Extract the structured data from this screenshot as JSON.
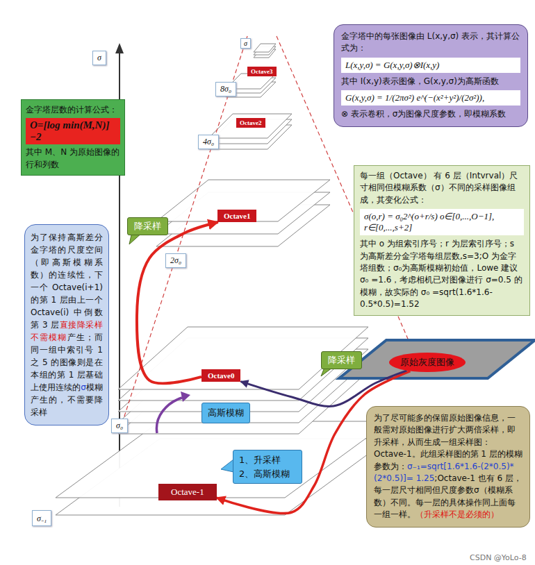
{
  "diagram": {
    "nodes": [
      {
        "text": [
          "σ"
        ]
      },
      {
        "text": [
          "金字塔中的每张图像由 L(x,y,σ) 表示，其计算公式为：",
          "L(x,y,σ) = G(x,y,σ)⊗I(x,y)",
          "其中 I(x,y)表示图像，G(x,y,σ)为高斯函数",
          "G(x,y,σ) = 1/(2πσ²) e^(−(x²+y²)/(2σ²)),",
          "⊗ 表示卷积，σ为图像尺度参数，即模糊系数"
        ]
      },
      {
        "text": [
          "σ"
        ]
      },
      {
        "text": [
          "Octave3"
        ]
      },
      {
        "text": [
          "8σ₀"
        ]
      },
      {
        "text": [
          "金字塔层数的计算公式：",
          "O=[log min(M,N)]−2",
          "其中 M、N 为原始图像的行和列数"
        ]
      },
      {
        "text": [
          "Octave2"
        ]
      },
      {
        "text": [
          "4σ₀"
        ]
      },
      {
        "text": [
          "每一组（Octave） 有 6 层（Intvrval）尺寸相同但模糊系数（σ）不同的采样图像组成，其变化公式：",
          "σ(o,r) = σ₀2^(o+r/s)   o∈[0,...,O−1], r∈[0,...,s+2]",
          "其中 o 为组索引序号；r 为层索引序号；s 为高斯差分金字塔每组层数,s=3;O 为金字塔组数；σ₀为高斯模糊初始值，Lowe 建议 σ₀ =1.6，考虑相机已对图像进行 σ=0.5 的模糊，故实际的 σ₀ =sqrt(1.6*1.6-0.5*0.5)=1.52"
        ]
      },
      {
        "text": [
          "Octave1"
        ]
      },
      {
        "text": [
          "降采样"
        ]
      },
      {
        "text": [
          "为了保持高斯差分金字塔的尺度空间（即高斯模糊系数）的连续性，下一个 Octave(i+1) 的第 1 层由上一个 Octave(i) 中倒数第 3 层",
          "直接降采样不需模糊",
          "产生；而同一组中索引号 1 之 5 的图像则是在本组的第 1 层基础上使用连续的",
          "σ",
          "模糊产生的，不需要降采样"
        ]
      },
      {
        "text": [
          "2σ₀"
        ]
      },
      {
        "text": [
          "降采样"
        ]
      },
      {
        "text": [
          "原始灰度图像"
        ]
      },
      {
        "text": [
          "Octave0"
        ]
      },
      {
        "text": [
          "高斯模糊"
        ]
      },
      {
        "text": [
          "为了尽可能多的保留原始图像信息，一般需对原始图像进行扩大两倍采样，即升采样，从而生成一组采样图：Octave-1。此组采样图的第 1 层的模糊参数为：",
          "σ₋₁=sqrt[1.6*1.6-(2*0.5)*(2*0.5)]= 1.25",
          ";Octave-1 也有 6 层，每一层尺寸相同但尺度参数σ（模糊系数）不同。每一层的具体操作同上面每一组一样。",
          "（升采样不是必须的）"
        ]
      },
      {
        "text": [
          "σ₀"
        ]
      },
      {
        "text": [
          "1、升采样 2、高斯模糊"
        ]
      },
      {
        "text": [
          "Octave-1"
        ]
      },
      {
        "text": [
          "σ₋₁"
        ]
      }
    ],
    "edges": [
      {
        "from": 14,
        "to": 20,
        "arrow": "to"
      },
      {
        "from": 14,
        "to": 15,
        "arrow": "to"
      },
      {
        "from": 15,
        "to": 9,
        "arrow": "to"
      }
    ],
    "labels": [
      "CSDN @YoLo-8"
    ]
  }
}
